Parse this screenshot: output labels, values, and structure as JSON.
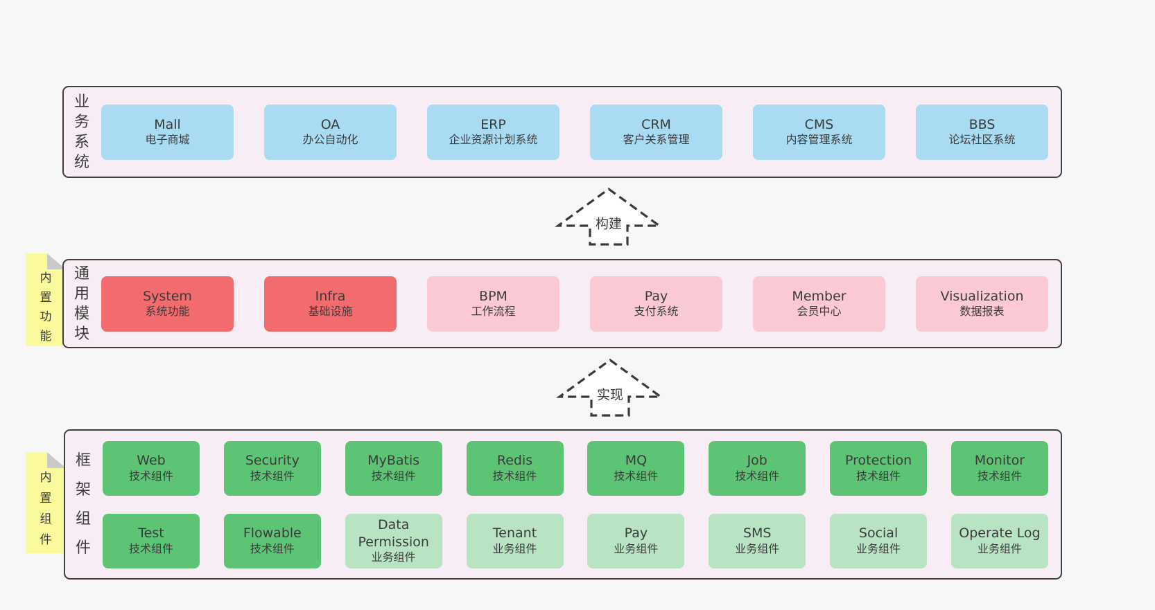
{
  "palette": {
    "blue": "#a9dbf2",
    "red": "#f26b6e",
    "pink": "#fbc9d4",
    "green": "#5dc475",
    "lightgreen": "#b9e4c3",
    "container_bg": "#f8edf5",
    "container_border": "#3f3f3f",
    "note_yellow": "#fafa9d",
    "note_fold": "#c9c9c9",
    "page_bg": "#f7f7f7",
    "text": "#3b3b3b"
  },
  "arrows": [
    {
      "label": "构建"
    },
    {
      "label": "实现"
    }
  ],
  "notes": [
    {
      "label": "内置功能"
    },
    {
      "label": "内置组件"
    }
  ],
  "layers": [
    {
      "id": "business",
      "label": "业务系统",
      "rows": [
        [
          {
            "title": "Mall",
            "subtitle": "电子商城",
            "variant": "blue"
          },
          {
            "title": "OA",
            "subtitle": "办公自动化",
            "variant": "blue"
          },
          {
            "title": "ERP",
            "subtitle": "企业资源计划系统",
            "variant": "blue"
          },
          {
            "title": "CRM",
            "subtitle": "客户关系管理",
            "variant": "blue"
          },
          {
            "title": "CMS",
            "subtitle": "内容管理系统",
            "variant": "blue"
          },
          {
            "title": "BBS",
            "subtitle": "论坛社区系统",
            "variant": "blue"
          }
        ]
      ]
    },
    {
      "id": "modules",
      "label": "通用模块",
      "rows": [
        [
          {
            "title": "System",
            "subtitle": "系统功能",
            "variant": "red"
          },
          {
            "title": "Infra",
            "subtitle": "基础设施",
            "variant": "red"
          },
          {
            "title": "BPM",
            "subtitle": "工作流程",
            "variant": "pink"
          },
          {
            "title": "Pay",
            "subtitle": "支付系统",
            "variant": "pink"
          },
          {
            "title": "Member",
            "subtitle": "会员中心",
            "variant": "pink"
          },
          {
            "title": "Visualization",
            "subtitle": "数据报表",
            "variant": "pink"
          }
        ]
      ]
    },
    {
      "id": "components",
      "label": "框架组件",
      "rows": [
        [
          {
            "title": "Web",
            "subtitle": "技术组件",
            "variant": "green"
          },
          {
            "title": "Security",
            "subtitle": "技术组件",
            "variant": "green"
          },
          {
            "title": "MyBatis",
            "subtitle": "技术组件",
            "variant": "green"
          },
          {
            "title": "Redis",
            "subtitle": "技术组件",
            "variant": "green"
          },
          {
            "title": "MQ",
            "subtitle": "技术组件",
            "variant": "green"
          },
          {
            "title": "Job",
            "subtitle": "技术组件",
            "variant": "green"
          },
          {
            "title": "Protection",
            "subtitle": "技术组件",
            "variant": "green"
          },
          {
            "title": "Monitor",
            "subtitle": "技术组件",
            "variant": "green"
          }
        ],
        [
          {
            "title": "Test",
            "subtitle": "技术组件",
            "variant": "green"
          },
          {
            "title": "Flowable",
            "subtitle": "技术组件",
            "variant": "green"
          },
          {
            "title": "Data Permission",
            "subtitle": "业务组件",
            "variant": "lightgreen"
          },
          {
            "title": "Tenant",
            "subtitle": "业务组件",
            "variant": "lightgreen"
          },
          {
            "title": "Pay",
            "subtitle": "业务组件",
            "variant": "lightgreen"
          },
          {
            "title": "SMS",
            "subtitle": "业务组件",
            "variant": "lightgreen"
          },
          {
            "title": "Social",
            "subtitle": "业务组件",
            "variant": "lightgreen"
          },
          {
            "title": "Operate Log",
            "subtitle": "业务组件",
            "variant": "lightgreen"
          }
        ]
      ]
    }
  ]
}
